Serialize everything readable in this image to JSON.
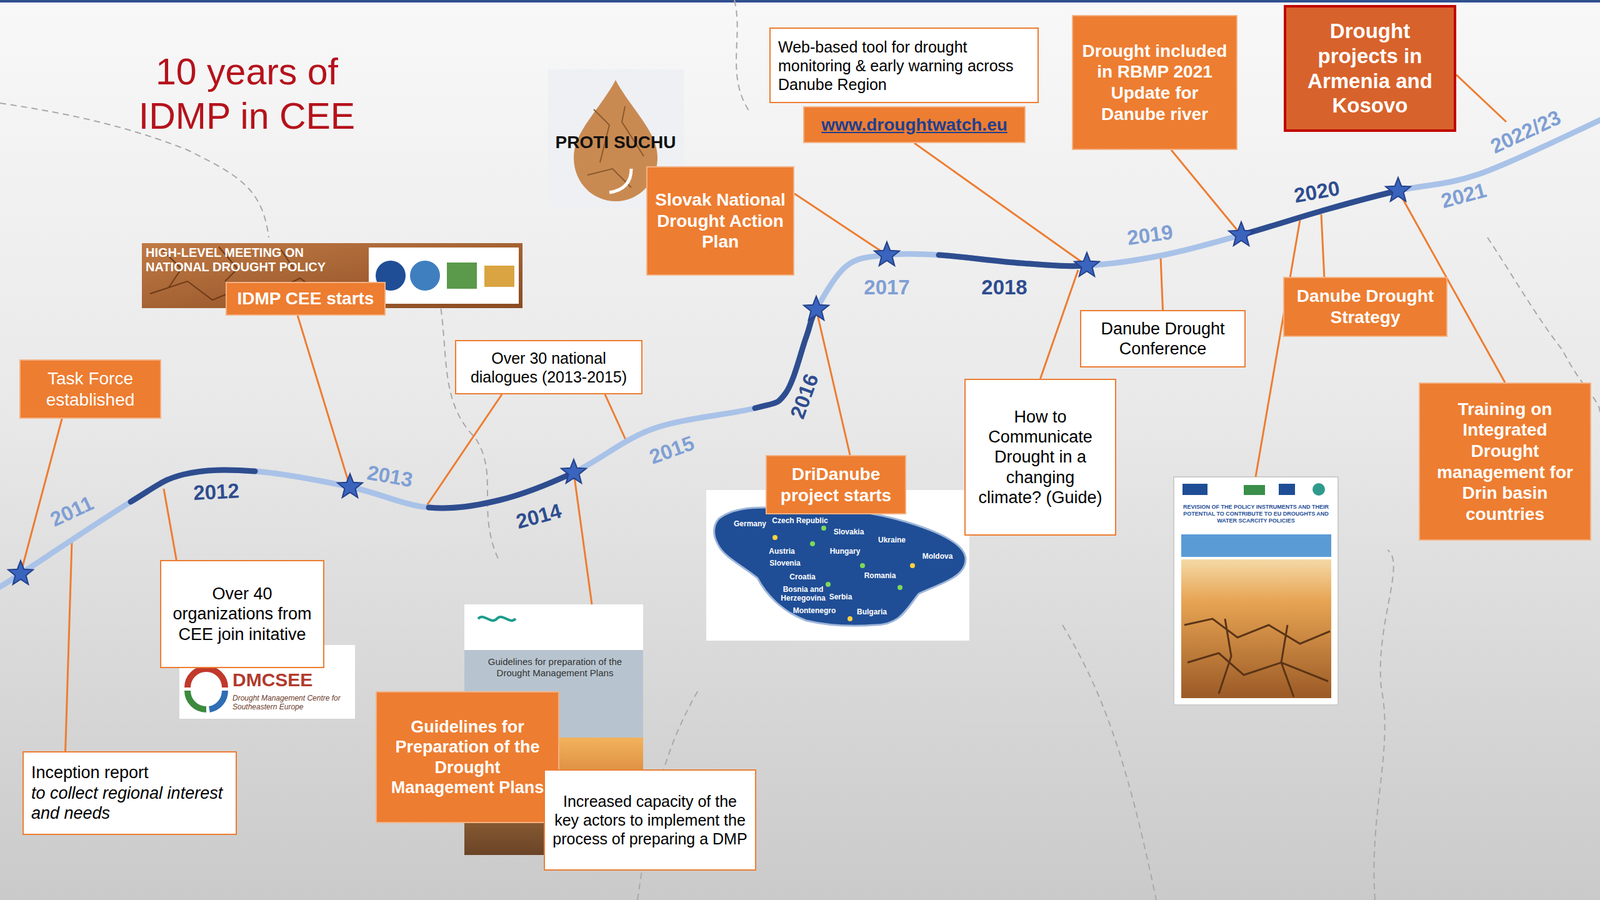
{
  "diagram": {
    "title": "10 years of IDMP in CEE",
    "nodes": [
      {
        "text": [
          "Task Force established"
        ]
      },
      {
        "text": [
          "Inception report",
          "to collect regional interest and needs"
        ]
      },
      {
        "text": [
          "Over 40 organizations from CEE join initative"
        ]
      },
      {
        "text": [
          "IDMP CEE starts"
        ]
      },
      {
        "text": [
          "Over 30 national dialogues (2013-2015)"
        ]
      },
      {
        "text": [
          "Guidelines for Preparation of the Drought Management Plans"
        ]
      },
      {
        "text": [
          "Increased capacity of the key actors to implement the process of preparing a DMP"
        ]
      },
      {
        "text": [
          "Slovak National Drought Action Plan"
        ]
      },
      {
        "text": [
          "DriDanube project starts"
        ]
      },
      {
        "text": [
          "Web-based tool for drought monitoring & early warning across Danube Region"
        ]
      },
      {
        "text": [
          "www.droughtwatch.eu"
        ]
      },
      {
        "text": [
          "How to Communicate Drought in a changing climate? (Guide)"
        ]
      },
      {
        "text": [
          "Danube Drought Conference"
        ]
      },
      {
        "text": [
          "Drought included in RBMP 2021 Update for Danube river"
        ]
      },
      {
        "text": [
          "Drought projects in Armenia and Kosovo"
        ]
      },
      {
        "text": [
          "Danube Drought Strategy"
        ]
      },
      {
        "text": [
          "Training on Integrated Drought management for Drin basin countries"
        ]
      }
    ],
    "labels": [
      "2011",
      "2012",
      "2013",
      "2014",
      "2015",
      "2016",
      "2017",
      "2018",
      "2019",
      "2020",
      "2021",
      "2022/23",
      "HIGH-LEVEL MEETING ON",
      "NATIONAL DROUGHT POLICY",
      "PROTI SUCHU",
      "DMCSEE",
      "Drought Management Centre for Southeastern Europe",
      "Guidelines for preparation of the Drought Management Plans",
      "Germany",
      "Czech Republic",
      "Slovakia",
      "Ukraine",
      "Austria",
      "Hungary",
      "Moldova",
      "Slovenia",
      "Croatia",
      "Romania",
      "Bosnia and Herzegovina",
      "Serbia",
      "Montenegro",
      "Bulgaria",
      "REVISION OF THE POLICY INSTRUMENTS AND THEIR POTENTIAL TO CONTRIBUTE TO EU DROUGHTS AND WATER SCARCITY POLICIES"
    ]
  }
}
